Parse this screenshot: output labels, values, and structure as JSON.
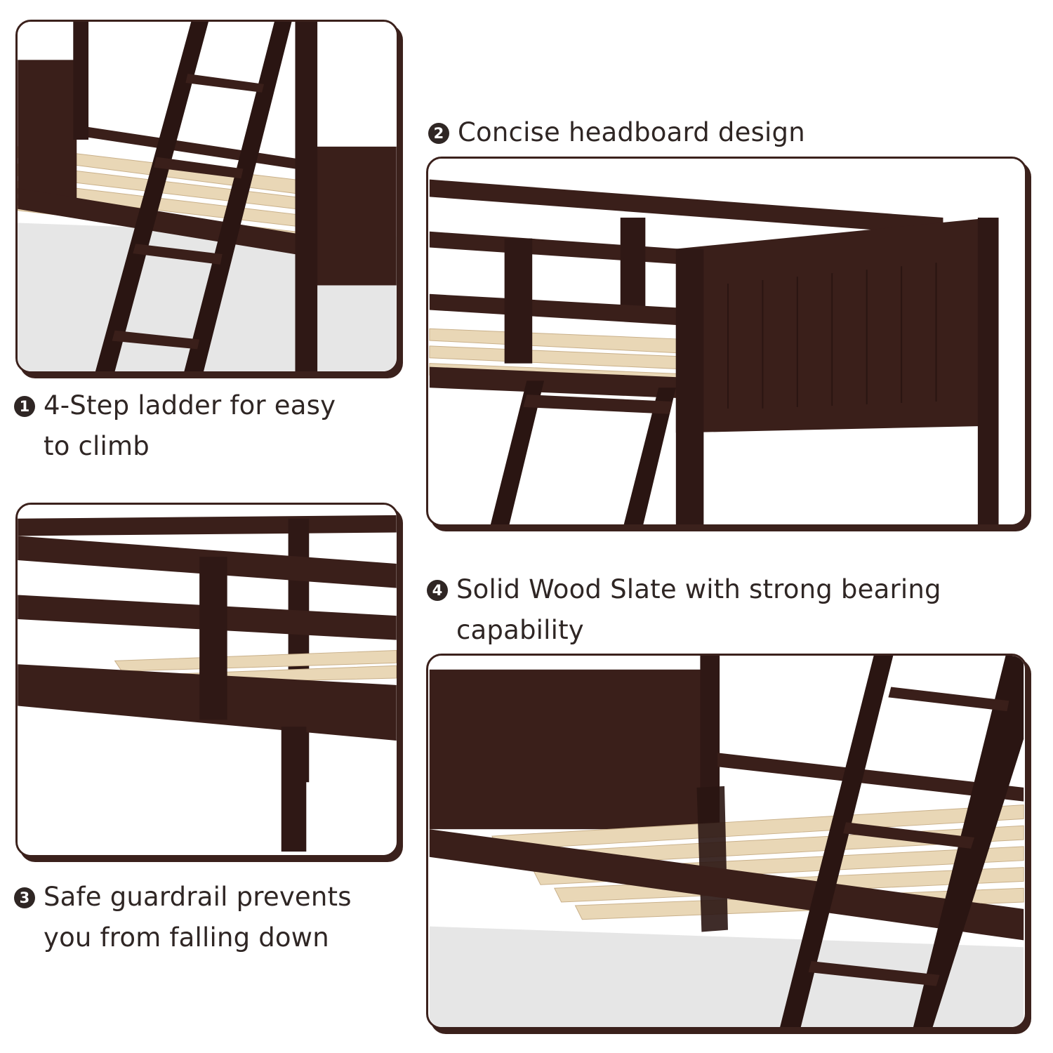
{
  "features": [
    {
      "number": "1",
      "line1": "4-Step ladder for easy",
      "line2": "to climb",
      "icon": "circled-number-1-icon"
    },
    {
      "number": "2",
      "line1": "Concise headboard design",
      "icon": "circled-number-2-icon"
    },
    {
      "number": "3",
      "line1": "Safe guardrail prevents",
      "line2": "you from falling down",
      "icon": "circled-number-3-icon"
    },
    {
      "number": "4",
      "line1": "Solid Wood Slate with strong bearing",
      "line2": "capability",
      "icon": "circled-number-4-icon"
    }
  ],
  "colors": {
    "wood": "#3a1f1a",
    "wood_dark": "#2a1512",
    "slat": "#e9d7b6",
    "floor": "#e8e8e8",
    "frame_border": "#3b211c"
  }
}
